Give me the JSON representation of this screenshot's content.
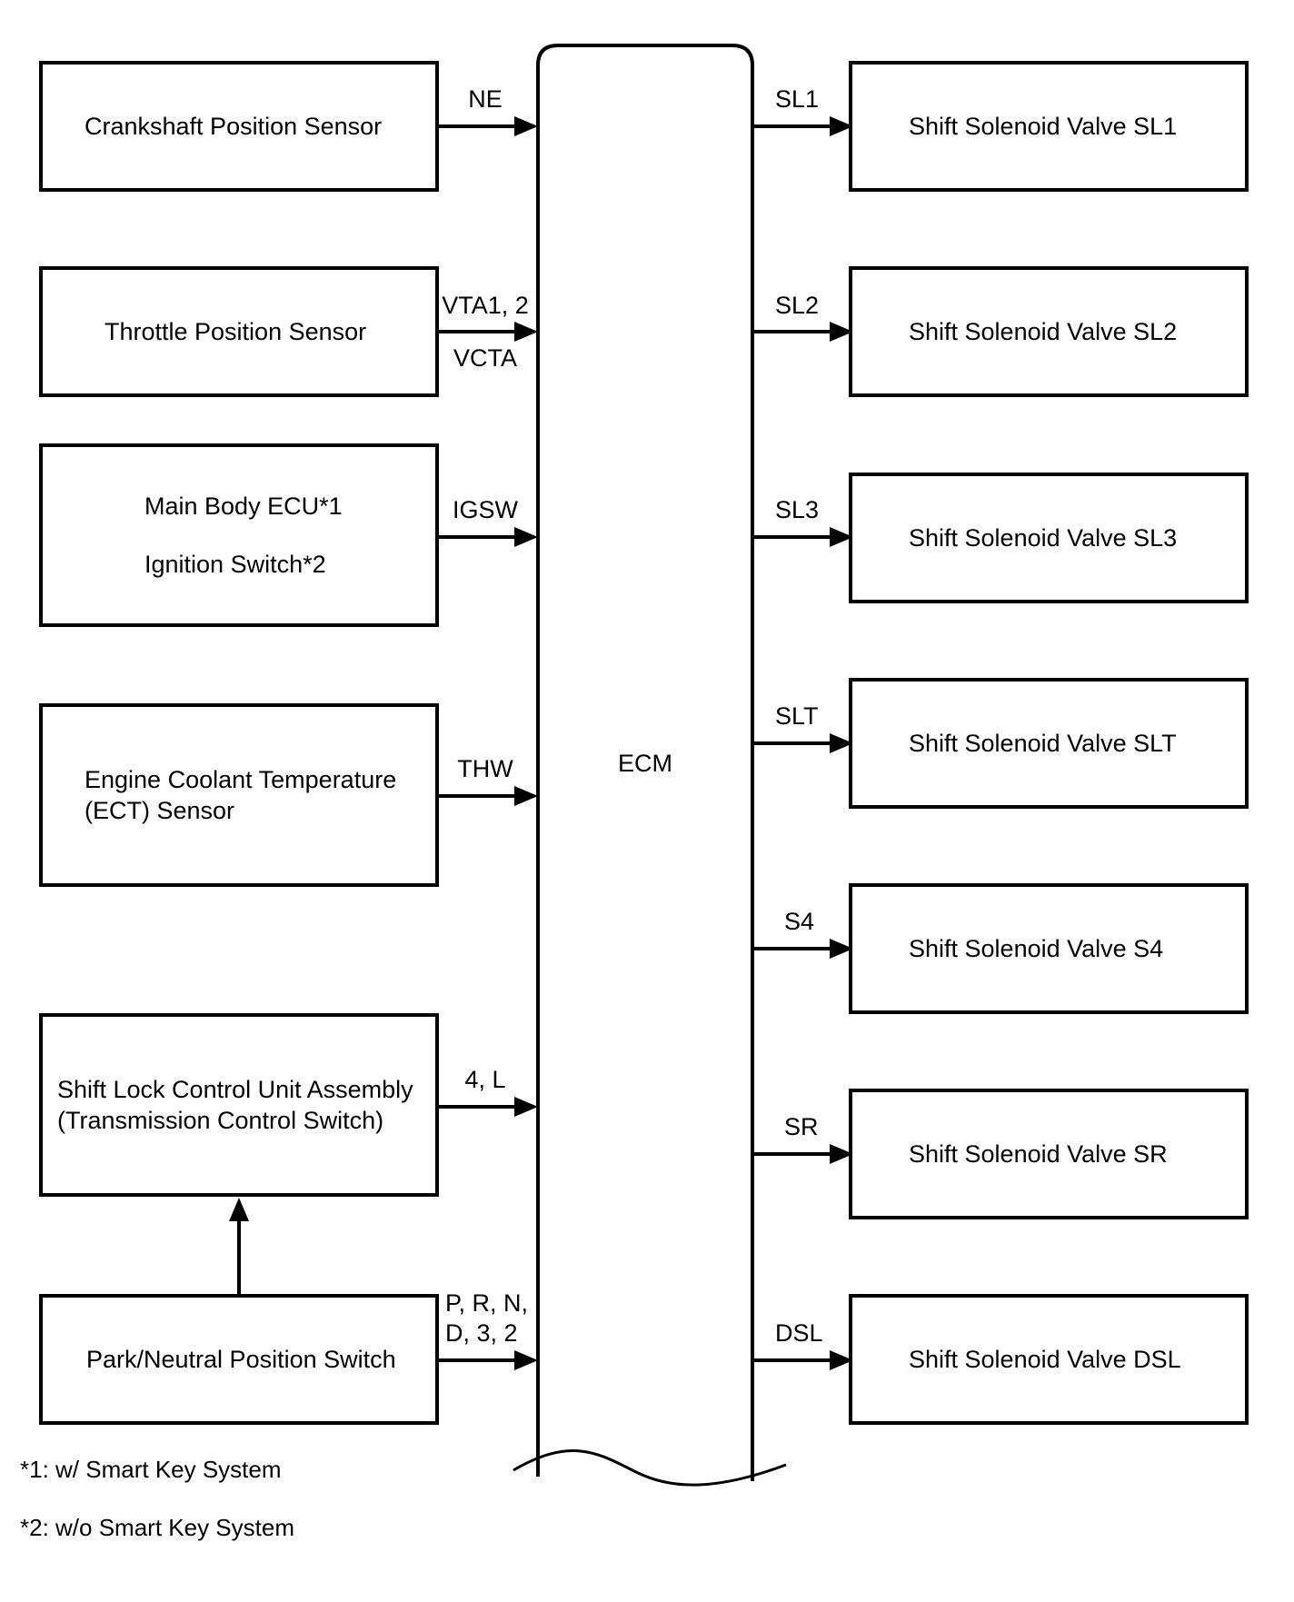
{
  "ecm": {
    "label": "ECM"
  },
  "inputs": [
    {
      "id": "crankshaft",
      "lines": [
        "Crankshaft Position Sensor"
      ],
      "signal": [
        "NE"
      ]
    },
    {
      "id": "throttle",
      "lines": [
        "Throttle Position Sensor"
      ],
      "signal": [
        "VTA1, 2",
        "VCTA"
      ]
    },
    {
      "id": "main-body",
      "lines": [
        "Main Body ECU*1",
        "Ignition Switch*2"
      ],
      "signal": [
        "IGSW"
      ]
    },
    {
      "id": "ect",
      "lines": [
        "Engine Coolant Temperature",
        "(ECT) Sensor"
      ],
      "signal": [
        "THW"
      ]
    },
    {
      "id": "shift-lock",
      "lines": [
        "Shift Lock Control Unit Assembly",
        "(Transmission Control Switch)"
      ],
      "signal": [
        "4, L"
      ]
    },
    {
      "id": "park-neutral",
      "lines": [
        "Park/Neutral Position Switch"
      ],
      "signal": [
        "P, R, N,",
        "D, 3, 2"
      ]
    }
  ],
  "outputs": [
    {
      "id": "sl1",
      "label": "Shift Solenoid Valve SL1",
      "signal": "SL1"
    },
    {
      "id": "sl2",
      "label": "Shift Solenoid Valve SL2",
      "signal": "SL2"
    },
    {
      "id": "sl3",
      "label": "Shift Solenoid Valve SL3",
      "signal": "SL3"
    },
    {
      "id": "slt",
      "label": "Shift Solenoid Valve SLT",
      "signal": "SLT"
    },
    {
      "id": "s4",
      "label": "Shift Solenoid Valve S4",
      "signal": "S4"
    },
    {
      "id": "sr",
      "label": "Shift Solenoid Valve SR",
      "signal": "SR"
    },
    {
      "id": "dsl",
      "label": "Shift Solenoid Valve DSL",
      "signal": "DSL"
    }
  ],
  "footnotes": [
    "*1: w/ Smart Key System",
    "*2: w/o Smart Key System"
  ]
}
